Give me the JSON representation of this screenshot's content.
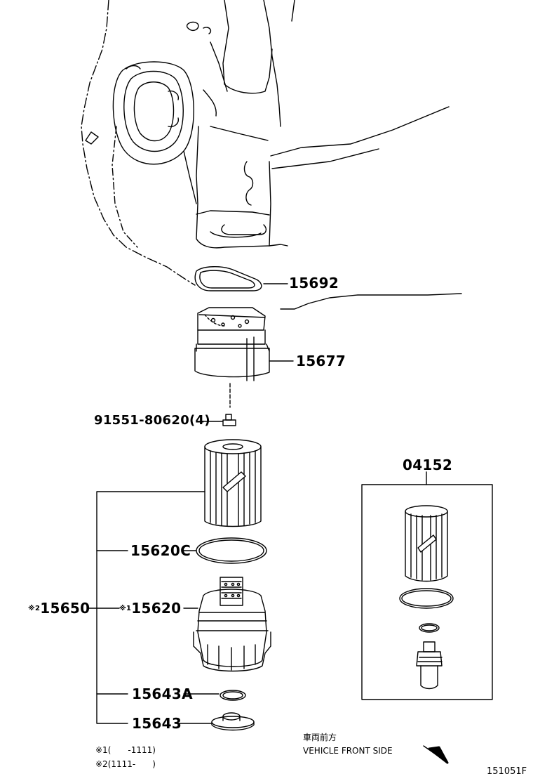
{
  "parts": {
    "gasket": "15692",
    "housing": "15677",
    "bolt": "91551-80620(4)",
    "kit": "04152",
    "oring": "15620C",
    "assembly_mark": "※2",
    "assembly": "15650",
    "cap_mark": "※1",
    "cap": "15620",
    "drain_gasket": "15643A",
    "drain_plug": "15643"
  },
  "notes": {
    "note1_mark": "※1",
    "note1": "(　　-1111)",
    "note2_mark": "※2",
    "note2": "(1111-　　)"
  },
  "direction": {
    "label_jp": "車両前方",
    "label_en": "VEHICLE FRONT SIDE"
  },
  "figure_id": "151051F"
}
